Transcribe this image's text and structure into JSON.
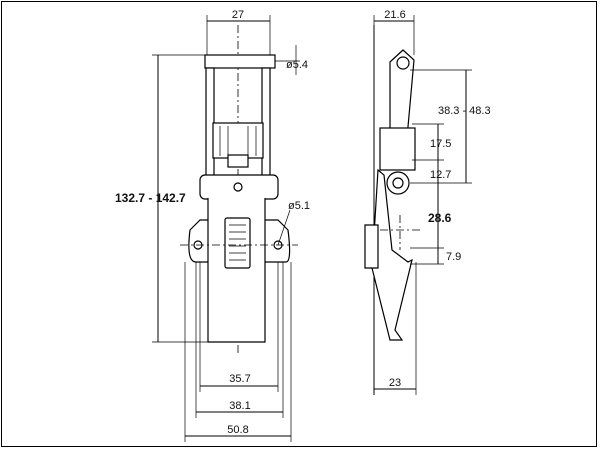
{
  "drawing": {
    "front_view": {
      "dimensions": {
        "top_width": "27",
        "hole_top": "ø5.4",
        "overall_height": "132.7 - 142.7",
        "hole_mount": "ø5.1",
        "bottom_inner": "35.7",
        "bottom_mid": "38.1",
        "bottom_outer": "50.8"
      }
    },
    "side_view": {
      "dimensions": {
        "top_width": "21.6",
        "range_upper": "38.3 - 48.3",
        "offset_1": "17.5",
        "offset_2": "12.7",
        "offset_3": "28.6",
        "offset_4": "7.9",
        "bottom_width": "23"
      }
    }
  }
}
